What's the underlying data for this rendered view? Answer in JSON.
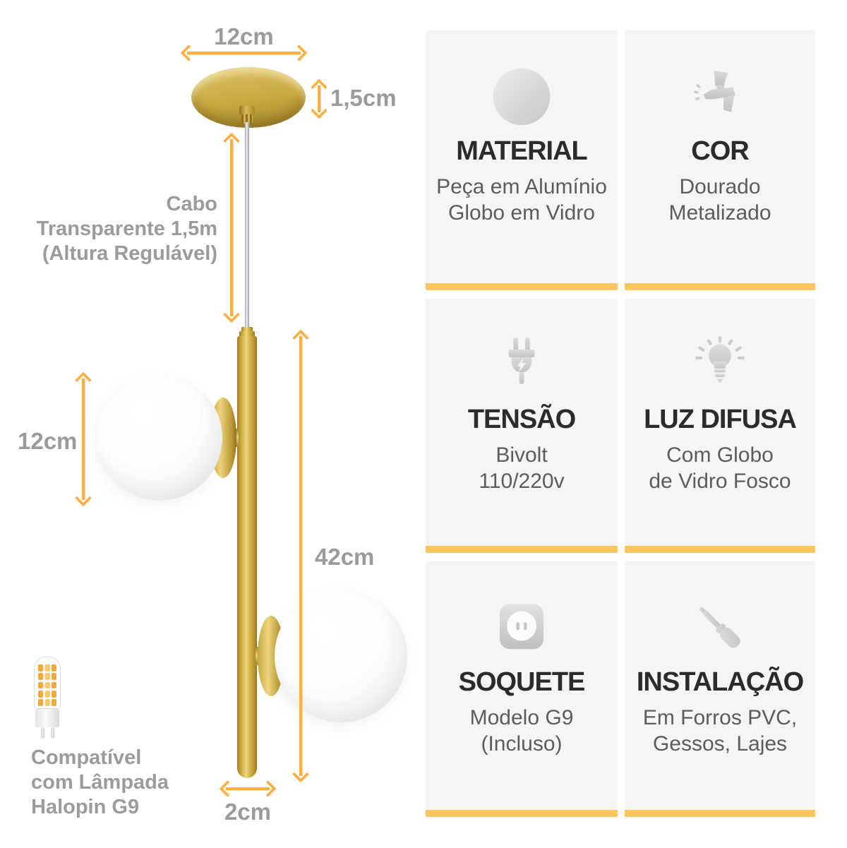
{
  "colors": {
    "accent_bar": "#fcc55e",
    "arrow": "#fbb046",
    "card_background": "#f5f5f5",
    "title_text": "#2b2b2b",
    "subtitle_text": "#5c5c5c",
    "label_gray": "#9b9b9b",
    "lamp_gold": "#c8a83f",
    "globe_white": "#ffffff"
  },
  "diagram": {
    "canopy_width_label": "12cm",
    "canopy_height_label": "1,5cm",
    "cable_note": {
      "line1": "Cabo",
      "line2": "Transparente 1,5m",
      "line3": "(Altura Regulável)"
    },
    "globe_diameter_label": "12cm",
    "rod_height_label": "42cm",
    "rod_width_label": "2cm",
    "bulb_note": {
      "line1": "Compatível",
      "line2": "com Lâmpada",
      "line3": "Halopin G9"
    }
  },
  "cards": [
    {
      "icon": "sphere-icon",
      "title": "MATERIAL",
      "line1": "Peça em Alumínio",
      "line2": "Globo em Vidro"
    },
    {
      "icon": "spray-gun-icon",
      "title": "COR",
      "line1": "Dourado",
      "line2": "Metalizado"
    },
    {
      "icon": "plug-icon",
      "title": "TENSÃO",
      "line1": "Bivolt",
      "line2": "110/220v"
    },
    {
      "icon": "bulb-icon",
      "title": "LUZ DIFUSA",
      "line1": "Com Globo",
      "line2": "de Vidro Fosco"
    },
    {
      "icon": "socket-icon",
      "title": "SOQUETE",
      "line1": "Modelo G9",
      "line2": "(Incluso)"
    },
    {
      "icon": "screwdriver-icon",
      "title": "INSTALAÇÃO",
      "line1": "Em Forros PVC,",
      "line2": "Gessos, Lajes"
    }
  ]
}
